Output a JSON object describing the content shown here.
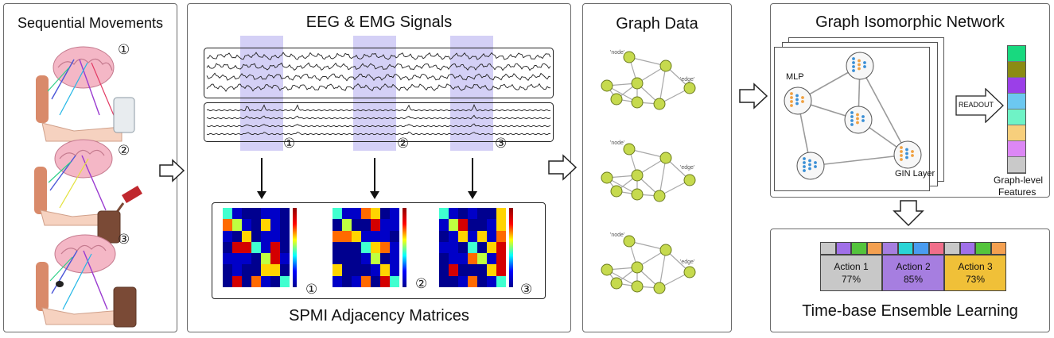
{
  "panels": {
    "sequential": {
      "title": "Sequential Movements",
      "steps": [
        "①",
        "②",
        "③"
      ]
    },
    "signals": {
      "title": "EEG & EMG Signals",
      "windows": [
        "①",
        "②",
        "③"
      ],
      "matrix_tags": [
        "①",
        "②",
        "③"
      ],
      "footer": "SPMI Adjacency Matrices"
    },
    "graph": {
      "title": "Graph Data",
      "node_label": "'node'",
      "edge_label": "'edge'"
    },
    "gin": {
      "title": "Graph Isomorphic Network",
      "mlp_label": "MLP",
      "layer_label": "GIN Layer",
      "readout_label": "READOUT",
      "features_label_line1": "Graph-level",
      "features_label_line2": "Features",
      "feature_colors": [
        "#18d97f",
        "#8b8b14",
        "#9b3fe8",
        "#6cc8f0",
        "#6ff3c6",
        "#f7cf7c",
        "#dc87f5",
        "#c9c9c9"
      ]
    },
    "ensemble": {
      "title": "Time-base Ensemble Learning",
      "actions": [
        {
          "label": "Action 1",
          "pct": "77%",
          "color": "#c8c8c8",
          "strip": [
            "#c8c8c8",
            "#a070e8",
            "#54c43c",
            "#f4a050"
          ]
        },
        {
          "label": "Action 2",
          "pct": "85%",
          "color": "#a67ee0",
          "strip": [
            "#a67ee0",
            "#2ad4d6",
            "#4a9cf0",
            "#f06e8a"
          ]
        },
        {
          "label": "Action 3",
          "pct": "73%",
          "color": "#f0c038",
          "strip": [
            "#c8c8c8",
            "#a070e8",
            "#54c43c",
            "#f4a050"
          ]
        }
      ]
    }
  }
}
